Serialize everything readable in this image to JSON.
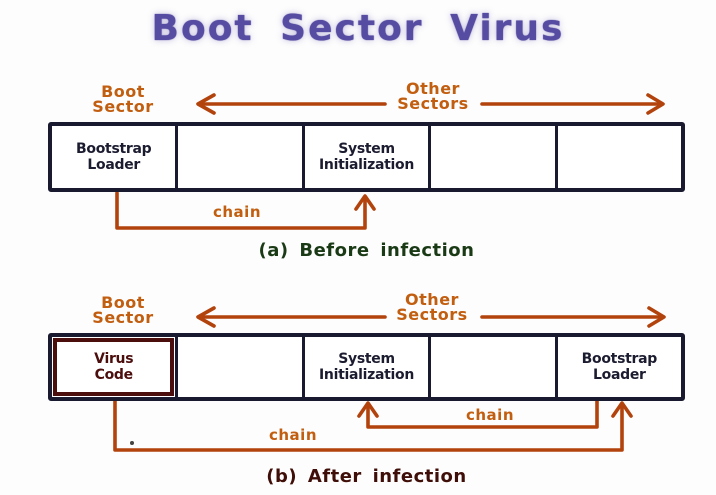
{
  "title": "Boot Sector Virus",
  "colors": {
    "background": "#FDFDFD",
    "title_text": "#564CA2",
    "sector_label": "#C25E10",
    "arrow": "#B2430D",
    "table_border": "#191930",
    "cell_text": "#1C1C30",
    "virus": "#4C0D0D",
    "caption_before": "#1A3A16",
    "caption_after": "#3F0E08"
  },
  "diagram_a": {
    "boot_sector_label": [
      "Boot",
      "Sector"
    ],
    "other_sectors_label": [
      "Other",
      "Sectors"
    ],
    "cells": [
      {
        "line1": "Bootstrap",
        "line2": "Loader"
      },
      {
        "line1": "",
        "line2": ""
      },
      {
        "line1": "System",
        "line2": "Initialization"
      },
      {
        "line1": "",
        "line2": ""
      },
      {
        "line1": "",
        "line2": ""
      }
    ],
    "chain_label": "chain",
    "caption": "(a) Before infection"
  },
  "diagram_b": {
    "boot_sector_label": [
      "Boot",
      "Sector"
    ],
    "other_sectors_label": [
      "Other",
      "Sectors"
    ],
    "cells": [
      {
        "line1": "Virus",
        "line2": "Code"
      },
      {
        "line1": "",
        "line2": ""
      },
      {
        "line1": "System",
        "line2": "Initialization"
      },
      {
        "line1": "",
        "line2": ""
      },
      {
        "line1": "Bootstrap",
        "line2": "Loader"
      }
    ],
    "chain_label_short": "chain",
    "chain_label_long": "chain",
    "caption": "(b) After infection"
  }
}
